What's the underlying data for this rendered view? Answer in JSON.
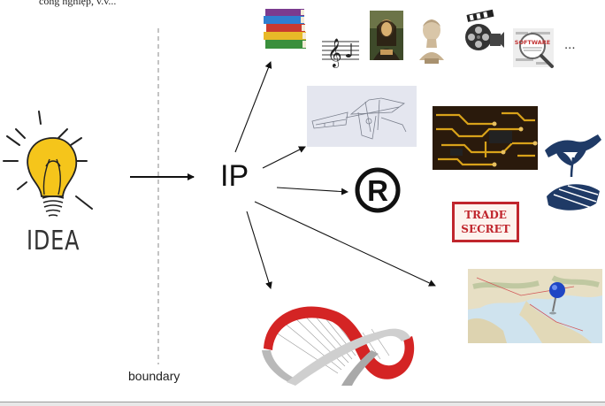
{
  "top_snippet": "công nghiệp, v.v...",
  "idea_label": "IDEA",
  "ip_label": "IP",
  "boundary_label": "boundary",
  "ellipsis": "...",
  "trade_secret": {
    "line1": "TRADE",
    "line2": "SECRET"
  },
  "software_badge": "SOFTWARE",
  "registered_symbol": "R",
  "colors": {
    "bulb_yellow": "#f5c51b",
    "map_pin": "#1f46c4",
    "trade_secret_red": "#c0262d",
    "plant_navy": "#1f3a66",
    "circuit_gold": "#d8a21a",
    "sculpture_red": "#d42424"
  },
  "icons": {
    "idea": "lightbulb-icon",
    "copyright_works": [
      "books-icon",
      "music-notes-icon",
      "mona-lisa-painting-icon",
      "bust-sculpture-icon",
      "film-reel-icon",
      "software-magnifier-icon"
    ],
    "patent": "flying-machine-sketch-icon",
    "trademark": "registered-mark-icon",
    "layout_design": "circuit-board-icon",
    "plant_variety": "hand-plant-icon",
    "trade_secret": "trade-secret-stamp-icon",
    "geographical_indication": "map-pin-icon",
    "industrial_design": "ribbon-sculpture-icon"
  }
}
